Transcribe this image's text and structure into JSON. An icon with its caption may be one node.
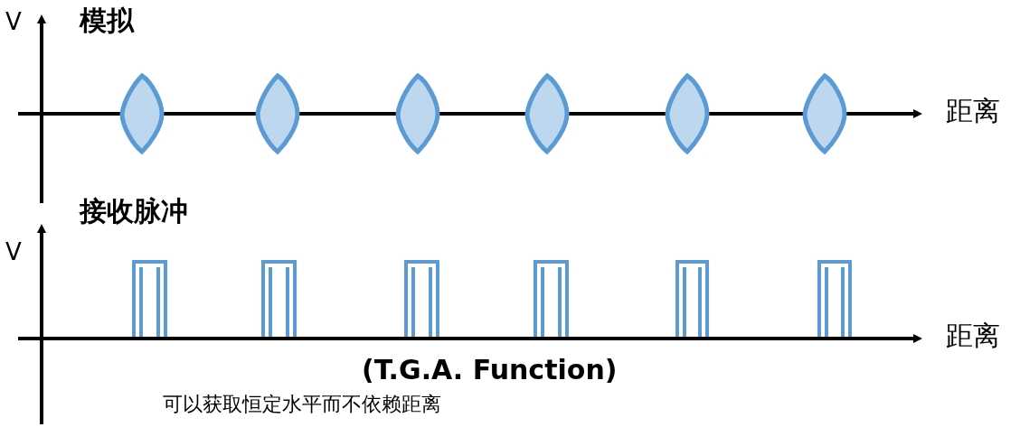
{
  "diagram": {
    "labels": [
      "V",
      "模拟",
      "距离",
      "接收脉冲",
      "V",
      "距离",
      "(T.G.A. Function)",
      "可以获取恒定水平而不依赖距离"
    ]
  }
}
